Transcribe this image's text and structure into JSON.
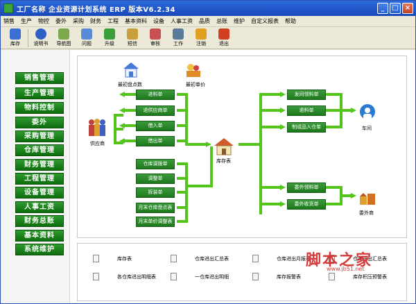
{
  "window": {
    "title": "工厂名称  企业资源计划系统 ERP  版本V6.2.34",
    "controls": [
      "_",
      "□",
      "×"
    ]
  },
  "menu": [
    "销售",
    "生产",
    "物控",
    "委外",
    "采购",
    "财务",
    "工程",
    "基本资料",
    "设备",
    "人事工资",
    "品质",
    "总账",
    "维护",
    "自定义报表",
    "帮助"
  ],
  "toolbar": [
    {
      "label": "库存",
      "icon": "inventory-icon",
      "color": "#3b6fd1"
    },
    {
      "label": "说明书",
      "icon": "help-icon",
      "color": "#2d5fc4"
    },
    {
      "label": "导航图",
      "icon": "navigation-icon",
      "color": "#7aa84a"
    },
    {
      "label": "问题",
      "icon": "question-icon",
      "color": "#5b8bd6"
    },
    {
      "label": "升级",
      "icon": "upgrade-icon",
      "color": "#3aa03a"
    },
    {
      "label": "短信",
      "icon": "message-icon",
      "color": "#c8a03a"
    },
    {
      "label": "审核",
      "icon": "audit-icon",
      "color": "#c85050"
    },
    {
      "label": "工作",
      "icon": "work-icon",
      "color": "#5a7a9a"
    },
    {
      "label": "注销",
      "icon": "logout-icon",
      "color": "#e0a020"
    },
    {
      "label": "退出",
      "icon": "exit-icon",
      "color": "#d04020"
    }
  ],
  "sidebar": [
    "销售管理",
    "生产管理",
    "物料控制",
    "委外",
    "采购管理",
    "仓库管理",
    "财务管理",
    "工程管理",
    "设备管理",
    "人事工资",
    "财务总账",
    "基本资料",
    "系统维护"
  ],
  "diagram": {
    "top_icons": [
      {
        "label": "最初盘点数",
        "icon": "initial-count-icon"
      },
      {
        "label": "最初单价",
        "icon": "initial-price-icon"
      }
    ],
    "left_entity": {
      "label": "供应商",
      "icon": "supplier-icon"
    },
    "center_entity": {
      "label": "库存表",
      "icon": "inventory-house-icon"
    },
    "right_entity_top": {
      "label": "车间",
      "icon": "workshop-icon"
    },
    "right_entity_bottom": {
      "label": "委外商",
      "icon": "outsource-vendor-icon"
    },
    "left_boxes": [
      "进料单",
      "退供应商单",
      "借入单",
      "借出单"
    ],
    "middle_boxes": [
      "仓库调拨单",
      "调整单",
      "拆装单",
      "月末仓库盘点表",
      "月末单价调整表"
    ],
    "right_boxes_top": [
      "发间领料单",
      "退料单",
      "制成品入仓单"
    ],
    "right_boxes_bottom": [
      "委外领料单",
      "委外收货单"
    ]
  },
  "reports": [
    [
      "库存表",
      "仓库进出汇总表",
      "仓库进出月报表",
      "仓库进出汇总表"
    ],
    [
      "各仓库进出明细表",
      "一仓库进出明细",
      "库存报警表",
      "库存积压预警表"
    ]
  ],
  "watermark": {
    "text": "脚本之家",
    "url": "www.jb51.net"
  },
  "colors": {
    "accent_green": "#1c781c",
    "titlebar_blue": "#1f55c8",
    "arrow_green": "#52c41a",
    "watermark_red": "#d53a3a"
  }
}
